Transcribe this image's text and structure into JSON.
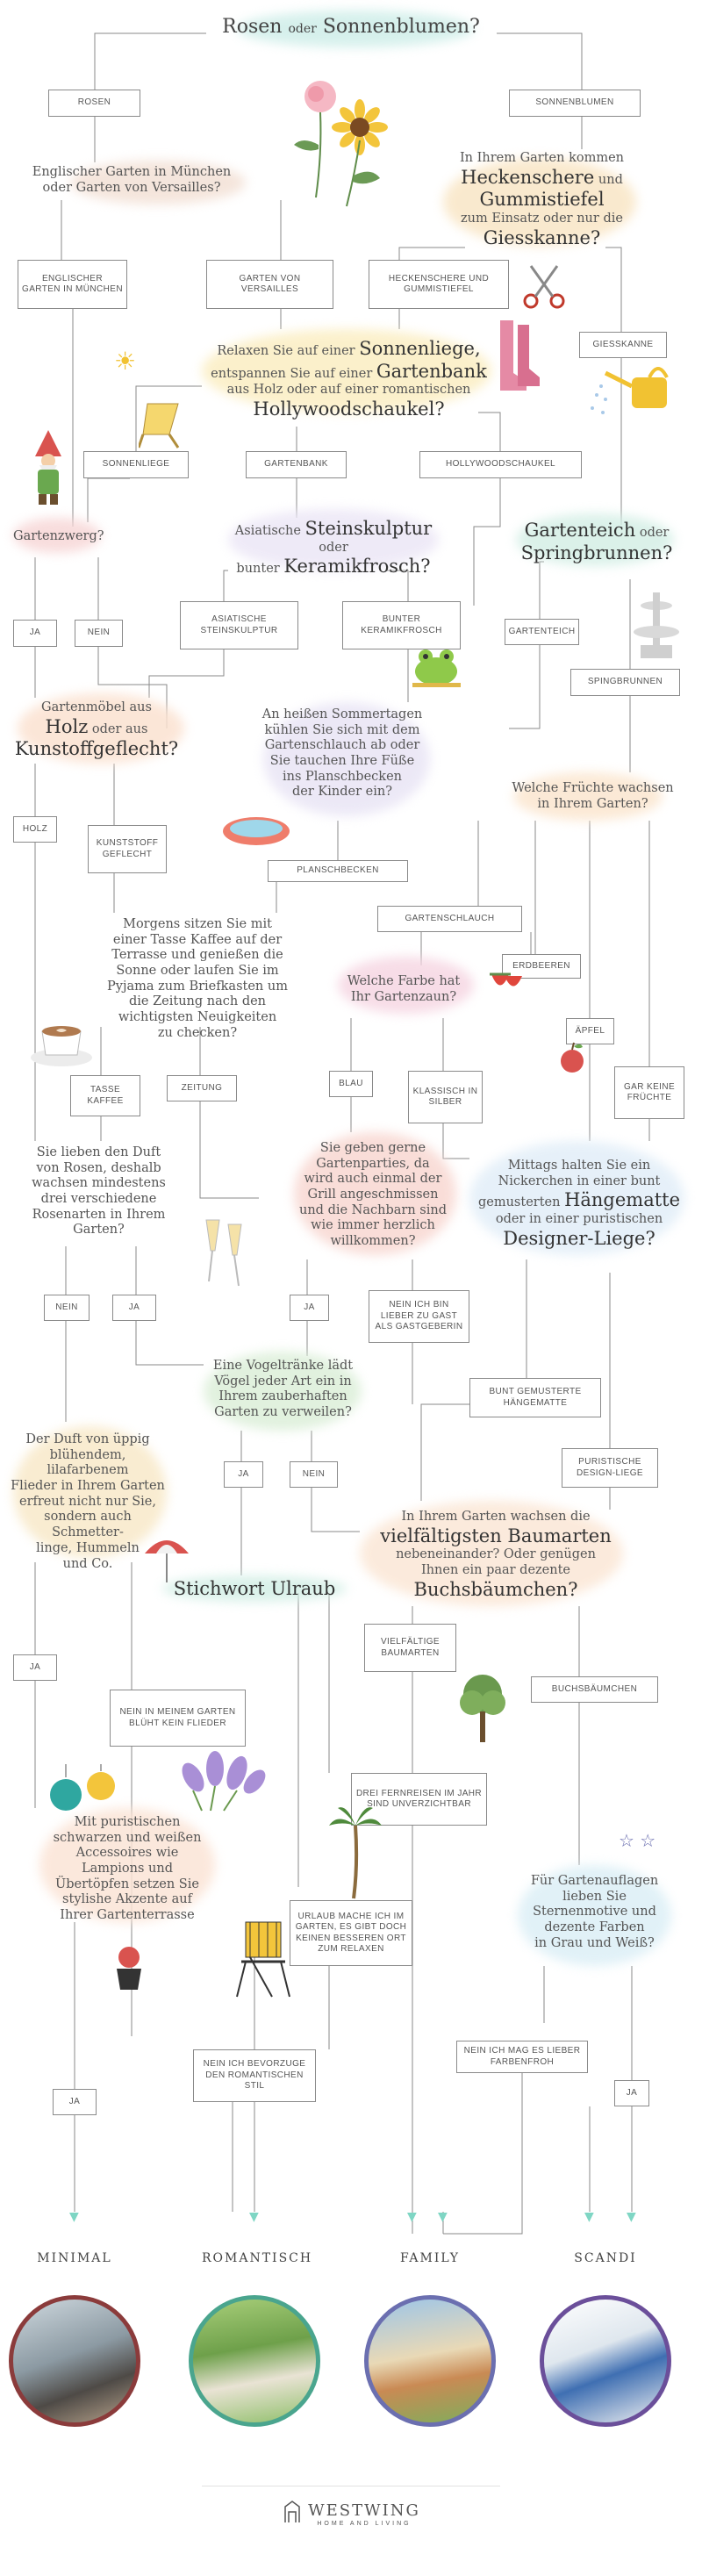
{
  "title": {
    "pre": "Rosen",
    "mid": "oder",
    "post": "Sonnenblumen?"
  },
  "answers": {
    "rosen": "ROSEN",
    "sonnenblumen": "SONNENBLUMEN",
    "englischer_garten": "ENGLISCHER GARTEN IN MÜNCHEN",
    "versailles": "GARTEN VON VERSAILLES",
    "heckenschere": "HECKENSCHERE UND GUMMISTIEFEL",
    "giesskanne": "GIESSKANNE",
    "sonnenliege": "SONNENLIEGE",
    "gartenbank": "GARTENBANK",
    "hollywoodschaukel": "HOLLYWOODSCHAUKEL",
    "ja1": "JA",
    "nein1": "NEIN",
    "asiatische": "ASIATISCHE STEINSKULPTUR",
    "bunter": "BUNTER KERAMIKFROSCH",
    "gartenteich": "GARTENTEICH",
    "springbrunnen": "SPINGBRUNNEN",
    "holz": "HOLZ",
    "kunststoff": "KUNSTSTOFF GEFLECHT",
    "planschbecken": "PLANSCHBECKEN",
    "gartenschlauch": "GARTENSCHLAUCH",
    "erdbeeren": "ERDBEEREN",
    "aepfel": "ÄPFEL",
    "gar_keine": "GAR KEINE FRÜCHTE",
    "blau": "BLAU",
    "klassisch": "KLASSISCH IN SILBER",
    "tasse": "TASSE KAFFEE",
    "zeitung": "ZEITUNG",
    "nein2": "NEIN",
    "ja2": "JA",
    "ja3": "JA",
    "gast": "NEIN ICH BIN LIEBER ZU GAST ALS GASTGEBERIN",
    "bunt_haengematte": "BUNT GEMUSTERTE HÄNGEMATTE",
    "designliege": "PURISTISCHE DESIGN-LIEGE",
    "ja4": "JA",
    "nein4": "NEIN",
    "ja5": "JA",
    "kein_flieder": "NEIN IN MEINEM GARTEN BLÜHT KEIN FLIEDER",
    "baumarten": "VIELFÄLTIGE BAUMARTEN",
    "buchsbaeumchen": "BUCHSBÄUMCHEN",
    "fernreisen": "DREI FERNREISEN IM JAHR SIND UNVERZICHTBAR",
    "urlaub_garten": "URLAUB MACHE ICH IM GARTEN, ES GIBT DOCH KEINEN BESSEREN ORT ZUM RELAXEN",
    "farbenfroh": "NEIN ICH MAG ES LIEBER FARBENFROH",
    "ja6": "JA",
    "ja7": "JA",
    "romantisch_stil": "NEIN ICH BEVORZUGE DEN ROMANTISCHEN STIL"
  },
  "questions": {
    "q_garten": {
      "l1": "Englischer Garten in München",
      "l2": "oder Garten von Versailles?"
    },
    "q_heck": {
      "l1": "In Ihrem Garten kommen",
      "b1": "Heckenschere",
      "b2": "und",
      "b3": "Gummistiefel",
      "l2": "zum Einsatz oder nur die",
      "b4": "Giesskanne?"
    },
    "q_liege": {
      "p1": "Relaxen Sie auf einer",
      "b1": "Sonnenliege,",
      "p2": "entspannen Sie auf einer",
      "b2": "Gartenbank",
      "p3": "aus Holz oder auf einer romantischen",
      "b3": "Hollywoodschaukel?"
    },
    "q_zwerg": "Gartenzwerg?",
    "q_stein": {
      "p1": "Asiatische",
      "b1": "Steinskulptur",
      "p2": "oder",
      "p3": "bunter",
      "b2": "Keramikfrosch?"
    },
    "q_teich": {
      "b1": "Gartenteich",
      "p1": "oder",
      "b2": "Springbrunnen?"
    },
    "q_moebel": {
      "p1": "Gartenmöbel aus",
      "b1": "Holz",
      "p2": "oder aus",
      "b2": "Kunstoffgeflecht?"
    },
    "q_sommer": [
      "An heißen Sommertagen",
      "kühlen Sie sich mit dem",
      "Gartenschlauch ab oder",
      "Sie tauchen Ihre Füße",
      "ins Planschbecken",
      "der Kinder ein?"
    ],
    "q_fruechte": [
      "Welche Früchte wachsen",
      "in Ihrem Garten?"
    ],
    "q_zaun": [
      "Welche Farbe hat",
      "Ihr Gartenzaun?"
    ],
    "q_kaffee": [
      "Morgens sitzen Sie mit",
      "einer Tasse Kaffee auf der",
      "Terrasse und genießen die",
      "Sonne oder laufen Sie im",
      "Pyjama zum Briefkasten um",
      "die Zeitung nach den",
      "wichtigsten Neuigkeiten",
      "zu checken?"
    ],
    "q_rosen": [
      "Sie lieben den Duft",
      "von Rosen, deshalb",
      "wachsen mindestens",
      "drei verschiedene",
      "Rosenarten in Ihrem",
      "Garten?"
    ],
    "q_party": [
      "Sie geben gerne",
      "Gartenparties, da",
      "wird auch einmal der",
      "Grill angeschmissen",
      "und die Nachbarn sind",
      "wie immer herzlich",
      "willkommen?"
    ],
    "q_nicker": {
      "l1": "Mittags halten Sie ein",
      "l2": "Nickerchen in einer bunt",
      "l3": "gemusterten",
      "b1": "Hängematte",
      "l4": "oder in einer puristischen",
      "b2": "Designer-Liege?"
    },
    "q_vogel": [
      "Eine Vogeltränke lädt",
      "Vögel jeder Art ein in",
      "Ihrem zauberhaften",
      "Garten zu verweilen?"
    ],
    "q_flieder": [
      "Der Duft von üppig",
      "blühendem, lilafarbenem",
      "Flieder in Ihrem Garten",
      "erfreut nicht nur Sie,",
      "sondern auch Schmetter-",
      "linge, Hummeln",
      "und Co."
    ],
    "q_baum": {
      "l1": "In Ihrem Garten wachsen die",
      "b1": "vielfältigsten Baumarten",
      "l2": "nebeneinander? Oder genügen",
      "l3": "Ihnen ein paar dezente",
      "b2": "Buchsbäumchen?"
    },
    "q_ulraub": "Stichwort Ulraub",
    "q_lampion": [
      "Mit puristischen",
      "schwarzen und weißen",
      "Accessoires wie",
      "Lampions und",
      "Übertöpfen setzen Sie",
      "stylishe Akzente auf",
      "Ihrer Gartenterrasse"
    ],
    "q_sterne": [
      "Für Gartenauflagen",
      "lieben Sie",
      "Sternenmotive und",
      "dezente Farben",
      "in Grau und Weiß?"
    ]
  },
  "results": [
    "MINIMAL",
    "ROMANTISCH",
    "FAMILY",
    "SCANDI"
  ],
  "logo": {
    "name": "WESTWING",
    "sub": "HOME AND LIVING"
  },
  "colors": {
    "line": "#8a8a8a",
    "arrow": "#7fd6c4",
    "minimal": "#8b3b3b",
    "romantisch": "#4aa58e",
    "family": "#6b6fb0",
    "scandi": "#6b4f9a"
  }
}
